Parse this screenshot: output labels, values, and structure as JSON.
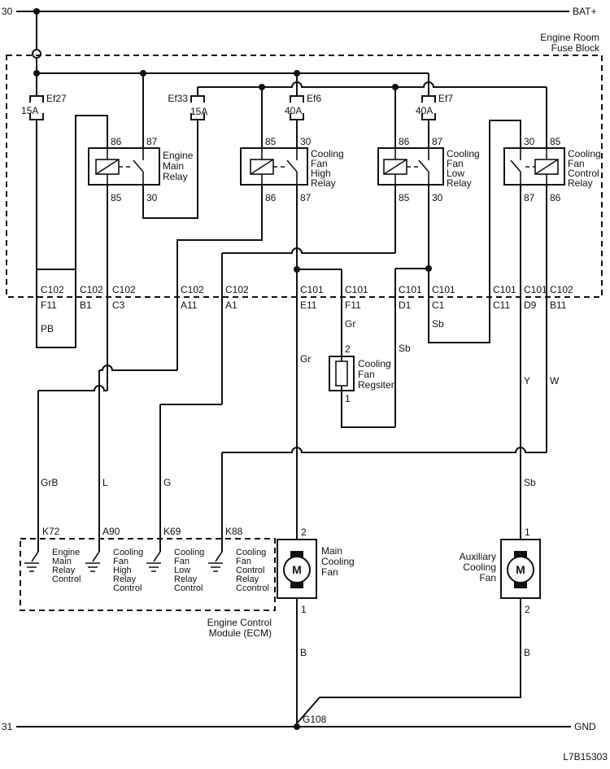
{
  "terminals": {
    "top_left": "30",
    "top_right": "BAT+",
    "bottom_left": "31",
    "bottom_right": "GND"
  },
  "fuse_block": {
    "label1": "Engine Room",
    "label2": "Fuse Block"
  },
  "fuses": {
    "ef27": {
      "name": "Ef27",
      "rating": "15A"
    },
    "ef33": {
      "name": "Ef33",
      "rating": "15A"
    },
    "ef6": {
      "name": "Ef6",
      "rating": "40A"
    },
    "ef7": {
      "name": "Ef7",
      "rating": "40A"
    }
  },
  "relays": {
    "engine_main": {
      "name1": "Engine",
      "name2": "Main",
      "name3": "Relay",
      "tl": "86",
      "tr": "87",
      "bl": "85",
      "br": "30"
    },
    "fan_high": {
      "name1": "Cooling",
      "name2": "Fan",
      "name3": "High",
      "name4": "Relay",
      "tl": "85",
      "tr": "30",
      "bl": "86",
      "br": "87"
    },
    "fan_low": {
      "name1": "Cooling",
      "name2": "Fan",
      "name3": "Low",
      "name4": "Relay",
      "tl": "86",
      "tr": "87",
      "bl": "85",
      "br": "30"
    },
    "fan_control": {
      "name1": "Cooling",
      "name2": "Fan",
      "name3": "Control",
      "name4": "Relay",
      "tl": "30",
      "tr": "85",
      "bl": "87",
      "br": "86"
    }
  },
  "connectors": {
    "f11": {
      "conn": "C102",
      "pin": "F11"
    },
    "b1": {
      "conn": "C102",
      "pin": "B1"
    },
    "c3": {
      "conn": "C102",
      "pin": "C3"
    },
    "a11": {
      "conn": "C102",
      "pin": "A11"
    },
    "a1": {
      "conn": "C102",
      "pin": "A1"
    },
    "e11": {
      "conn": "C101",
      "pin": "E11"
    },
    "f11b": {
      "conn": "C101",
      "pin": "F11"
    },
    "d1": {
      "conn": "C101",
      "pin": "D1"
    },
    "c1": {
      "conn": "C101",
      "pin": "C1"
    },
    "c11": {
      "conn": "C101",
      "pin": "C11"
    },
    "d9": {
      "conn": "C101",
      "pin": "D9"
    },
    "b11": {
      "conn": "C102",
      "pin": "B11"
    }
  },
  "wire_colors": {
    "pb": "PB",
    "gr_e11": "Gr",
    "gr_f11": "Gr",
    "sb_c1": "Sb",
    "sb_d1": "Sb",
    "y_d9": "Y",
    "w_b11": "W",
    "grb": "GrB",
    "l": "L",
    "g": "G",
    "sb_aux": "Sb",
    "b_main": "B",
    "b_aux": "B"
  },
  "register": {
    "pin_top": "2",
    "pin_bottom": "1",
    "name1": "Cooling",
    "name2": "Fan",
    "name3": "Regsiter"
  },
  "ecm": {
    "pins": {
      "k72": {
        "id": "K72",
        "l1": "Engine",
        "l2": "Main",
        "l3": "Relay",
        "l4": "Control",
        "l5": ""
      },
      "a90": {
        "id": "A90",
        "l1": "Cooling",
        "l2": "Fan",
        "l3": "High",
        "l4": "Relay",
        "l5": "Control"
      },
      "k69": {
        "id": "K69",
        "l1": "Cooling",
        "l2": "Fan",
        "l3": "Low",
        "l4": "Relay",
        "l5": "Control"
      },
      "k88": {
        "id": "K88",
        "l1": "Cooling",
        "l2": "Fan",
        "l3": "Control",
        "l4": "Relay",
        "l5": "Ccontrol"
      }
    },
    "caption1": "Engine Control",
    "caption2": "Module (ECM)"
  },
  "fans": {
    "main": {
      "pin_top": "2",
      "pin_bottom": "1",
      "motor": "M",
      "l1": "Main",
      "l2": "Cooling",
      "l3": "Fan"
    },
    "aux": {
      "pin_top": "1",
      "pin_bottom": "2",
      "motor": "M",
      "l1": "Auxiliary",
      "l2": "Cooling",
      "l3": "Fan"
    }
  },
  "ground": {
    "point": "G108"
  },
  "doc": {
    "part_number": "L7B15303"
  }
}
